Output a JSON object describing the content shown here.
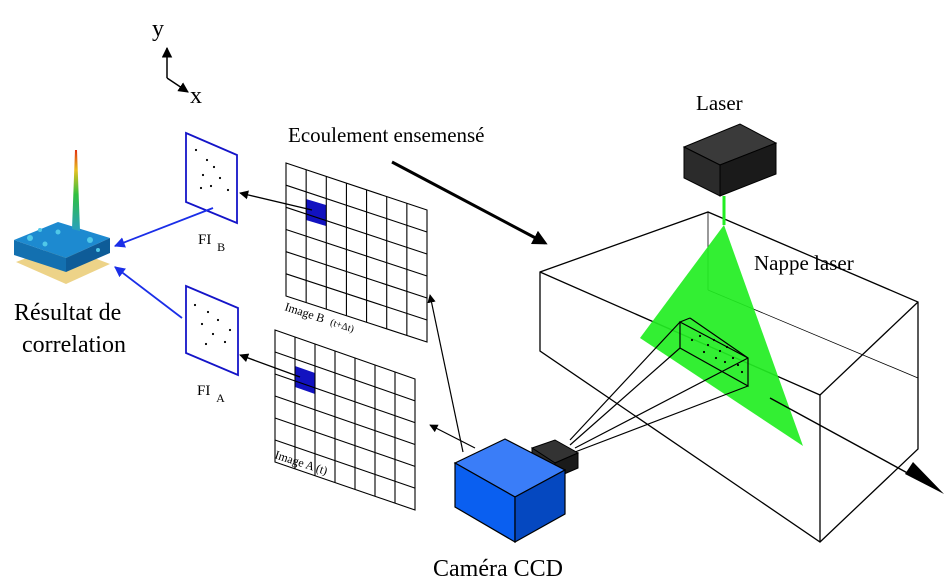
{
  "axes": {
    "y_label": "y",
    "x_label": "x"
  },
  "flow": {
    "label": "Ecoulement ensemensé"
  },
  "laser": {
    "label": "Laser"
  },
  "sheet": {
    "label": "Nappe laser"
  },
  "camera": {
    "label": "Caméra CCD"
  },
  "result": {
    "line1": "Résultat de",
    "line2": "correlation"
  },
  "windows": {
    "b": {
      "name": "FI",
      "sub": "B"
    },
    "a": {
      "name": "FI",
      "sub": "A"
    }
  },
  "images": {
    "b": {
      "label": "Image B",
      "time": "(t+Δt)"
    },
    "a": {
      "label": "Image A (t)"
    }
  },
  "colors": {
    "sheet_green": "#22ee22",
    "camera_blue": "#0a5ff0",
    "window_blue": "#1414c8",
    "highlight_cell": "#1212c0",
    "arrow_blue": "#1a2ee8"
  }
}
